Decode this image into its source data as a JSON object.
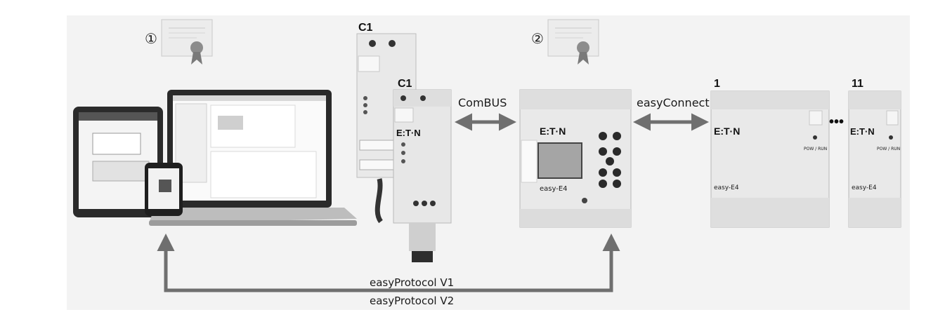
{
  "labels": {
    "comm_module_top": "C1",
    "comm_module_front": "C1",
    "device_1": "1",
    "device_11": "11",
    "comBUS": "ComBUS",
    "easyConnect": "easyConnect",
    "protocol_v1": "easyProtocol V1",
    "protocol_v2": "easyProtocol V2",
    "ellipsis": "•••"
  },
  "markers": {
    "cert_1": "①",
    "cert_2": "②"
  },
  "device_text": {
    "brand": "E:T·N",
    "model": "easy-E4",
    "pow_run": "POW / RUN"
  },
  "colors": {
    "arrow": "#6f6f6f",
    "device_body": "#e9e9e9",
    "background_panel": "#f3f3f3"
  }
}
